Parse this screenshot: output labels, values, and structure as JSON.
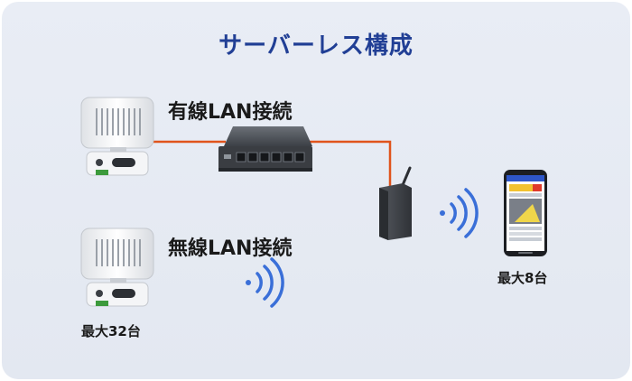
{
  "title": "サーバーレス構成",
  "wired_label": "有線LAN接続",
  "wireless_label": "無線LAN接続",
  "sensor_max": "最大32台",
  "phone_max": "最大8台",
  "colors": {
    "title": "#213f95",
    "cable": "#e0541c",
    "wifi": "#3a6fd8",
    "background": "#e6eaf3"
  },
  "icons": [
    "sensor-device-icon",
    "network-switch-icon",
    "access-point-icon",
    "smartphone-icon",
    "wifi-signal-icon"
  ]
}
